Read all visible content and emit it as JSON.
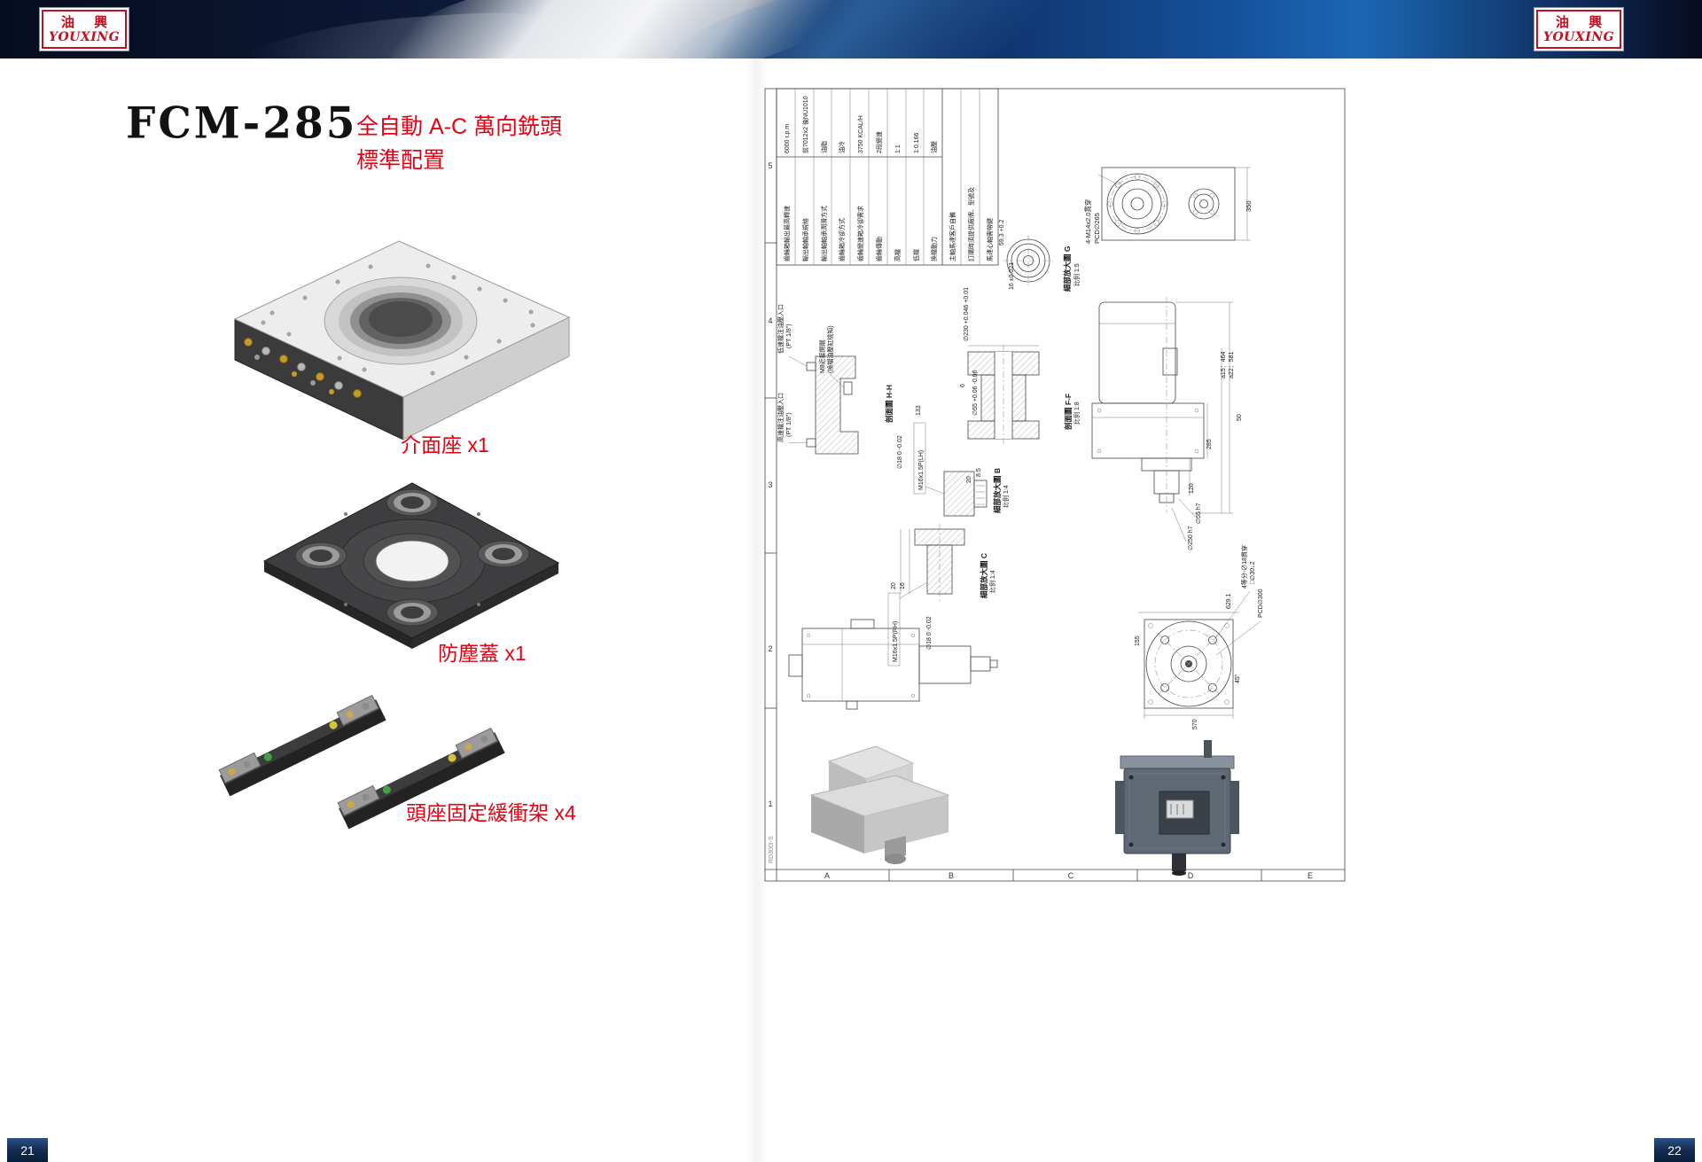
{
  "header": {
    "logo_cn": "油 興",
    "logo_en": "YOUXING"
  },
  "left_page": {
    "model": "FCM-285",
    "subtitle_line1": "全自動 A-C 萬向銑頭",
    "subtitle_line2": "標準配置",
    "part_labels": {
      "interface_seat": "介面座 x1",
      "dust_cover": "防塵蓋 x1",
      "buffer_bracket": "頭座固定緩衝架 x4"
    },
    "page_number": "21"
  },
  "right_page": {
    "page_number": "22",
    "drawing": {
      "doc_code": "RD300I-S",
      "grid_rows": [
        "5",
        "4",
        "3",
        "2",
        "1"
      ],
      "grid_cols": [
        "A",
        "B",
        "C",
        "D",
        "E"
      ],
      "spec_table": {
        "rows": [
          {
            "label": "齒輪箱輸出最高轉速",
            "value": "6000 r.p.m"
          },
          {
            "label": "輸出軸軸承規格",
            "value": "前7012x2 後NU1010"
          },
          {
            "label": "輸出軸軸承潤滑方式",
            "value": "油脂"
          },
          {
            "label": "齒輪箱冷卻方式",
            "value": "油冷"
          },
          {
            "label": "齒輪變速箱冷卻需求",
            "value": "3750 KCAL/H"
          },
          {
            "label": "齒輪傳動",
            "value": "2段變速"
          },
          {
            "label": "高檔",
            "value": "1:1"
          },
          {
            "label": "低檔",
            "value": "1:0.166"
          },
          {
            "label": "換檔動力",
            "value": "油壓"
          }
        ],
        "note_lines": [
          "主軸馬達客戶自備",
          "訂購時須提供廠牌、型號及",
          "馬達心軸需帶鍵"
        ]
      },
      "ann": {
        "bolt_label": "4-M14x2.0貫穿",
        "pcd265": "PCD∅265",
        "dim350": "350",
        "detail_g": "細部放大圖 G",
        "detail_g_scale": "比例 1:5",
        "dim593": "59.3 +0.2",
        "dim16t": "16 ±0.021",
        "low_oil": "低速檔注油壓入口",
        "low_oil2": "(PT 1/8\")",
        "m8_switch": "M8近接開關",
        "m8_switch2": "(換檔油壓缸檢知)",
        "high_oil": "高速檔注油壓入口",
        "high_oil2": "(PT 1/8\")",
        "section_hh": "剖面圖 H-H",
        "dim133": "133",
        "dim230": "∅230 +0.046 +0.01",
        "dim55": "∅55 +0.06 -0.06",
        "dim6": "6",
        "section_ff": "剖面圖 F-F",
        "section_ff_scale": "比例 1:8",
        "m16lh": "M16x1.5P(LH)",
        "dim18a": "∅18 0 -0.02",
        "detail_b": "細部放大圖 B",
        "detail_b_scale": "比例 1:4",
        "dim20a": "20",
        "dim85": "8.5",
        "a15": "a15：464",
        "a22": "a22：581",
        "dim50": "50",
        "dim285": "285",
        "dim120": "120",
        "dim55h7": "∅55 h7",
        "dim250h7": "∅250 h7",
        "detail_c": "細部放大圖 C",
        "detail_c_scale": "比例 1:4",
        "dim16b": "16",
        "dim20b": "20",
        "m16rh": "M16x1.5P(RH)",
        "dim18b": "∅18 0 -0.02",
        "dim6291": "629.1",
        "dim155": "155",
        "bolt4": "4等分-∅18貫穿",
        "cbore": "□∅30↓2",
        "pcd300": "PCD∅300",
        "deg45": "45°",
        "dim570": "570"
      }
    }
  },
  "colors": {
    "accent_red": "#e60012",
    "navy": "#0b1c3a",
    "banner_blue": "#1b67b3"
  }
}
